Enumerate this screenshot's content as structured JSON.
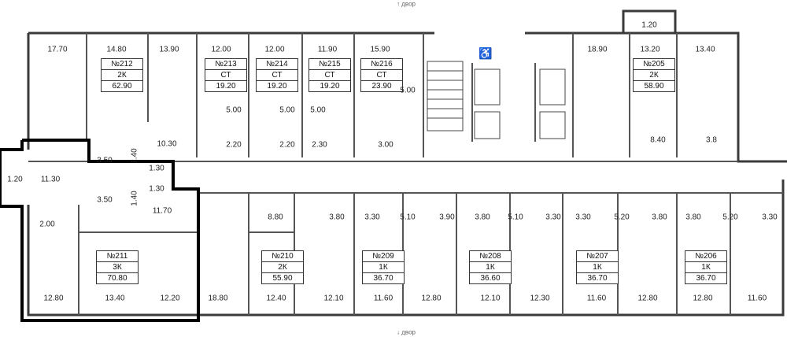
{
  "directions": {
    "top": "↑ двор",
    "bottom": "↓ двор"
  },
  "accessibility_icon": "wheelchair-icon",
  "highlight_color": "#000000",
  "apartments": [
    {
      "number": "№212",
      "type": "2К",
      "area": "62.90"
    },
    {
      "number": "№213",
      "type": "СТ",
      "area": "19.20"
    },
    {
      "number": "№214",
      "type": "СТ",
      "area": "19.20"
    },
    {
      "number": "№215",
      "type": "СТ",
      "area": "19.20"
    },
    {
      "number": "№216",
      "type": "СТ",
      "area": "23.90"
    },
    {
      "number": "№205",
      "type": "2К",
      "area": "58.90"
    },
    {
      "number": "№211",
      "type": "3К",
      "area": "70.80"
    },
    {
      "number": "№210",
      "type": "2К",
      "area": "55.90"
    },
    {
      "number": "№209",
      "type": "1К",
      "area": "36.70"
    },
    {
      "number": "№208",
      "type": "1К",
      "area": "36.60"
    },
    {
      "number": "№207",
      "type": "1К",
      "area": "36.70"
    },
    {
      "number": "№206",
      "type": "1К",
      "area": "36.70"
    }
  ],
  "room_areas": [
    "17.70",
    "14.80",
    "13.90",
    "12.00",
    "12.00",
    "11.90",
    "15.90",
    "18.90",
    "1.20",
    "13.20",
    "13.40",
    "5.00",
    "5.00",
    "5.00",
    "5.00",
    "2.20",
    "2.20",
    "2.30",
    "3.00",
    "8.40",
    "3.8",
    "10.30",
    "1.40",
    "3.50",
    "1.30",
    "1.20",
    "11.30",
    "1.30",
    "3.50",
    "1.40",
    "11.70",
    "2.00",
    "8.80",
    "3.80",
    "3.30",
    "5.10",
    "3.90",
    "3.80",
    "5.10",
    "3.30",
    "3.30",
    "5.20",
    "3.80",
    "3.80",
    "5.20",
    "3.30",
    "12.80",
    "13.40",
    "12.20",
    "18.80",
    "12.40",
    "12.10",
    "11.60",
    "12.80",
    "12.10",
    "12.30",
    "11.60",
    "12.80",
    "12.80",
    "11.60"
  ]
}
